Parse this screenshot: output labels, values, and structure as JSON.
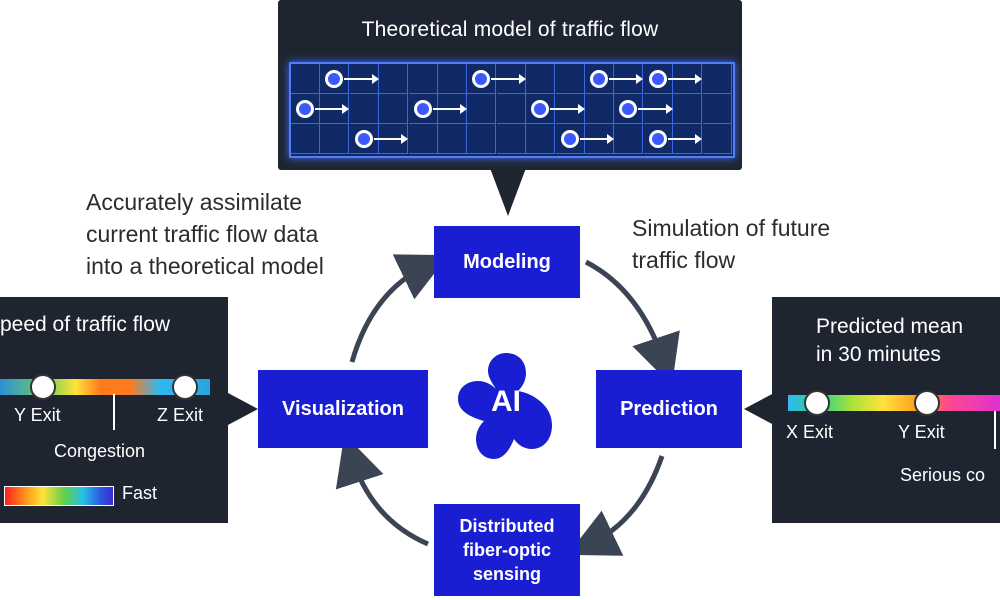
{
  "model_panel": {
    "title": "Theoretical model of traffic flow"
  },
  "notes": {
    "assimilate": [
      "Accurately assimilate",
      "current traffic flow data",
      "into a theoretical model"
    ],
    "simulation": [
      "Simulation of future",
      "traffic flow"
    ]
  },
  "cycle": {
    "modeling": "Modeling",
    "prediction": "Prediction",
    "visualization": "Visualization",
    "sensing": [
      "Distributed",
      "fiber-optic",
      "sensing"
    ],
    "center": "AI"
  },
  "left_panel": {
    "title": "peed of traffic flow",
    "exit_y": "Y Exit",
    "exit_z": "Z Exit",
    "congestion": "Congestion",
    "legend_fast": "Fast"
  },
  "right_panel": {
    "title": [
      "Predicted mean",
      "in 30 minutes"
    ],
    "exit_x": "X Exit",
    "exit_y": "Y Exit",
    "serious": "Serious co"
  },
  "colors": {
    "box_blue": "#1a1ed3",
    "panel_dark": "#1f2530",
    "grid_blue": "#4f7dff"
  }
}
